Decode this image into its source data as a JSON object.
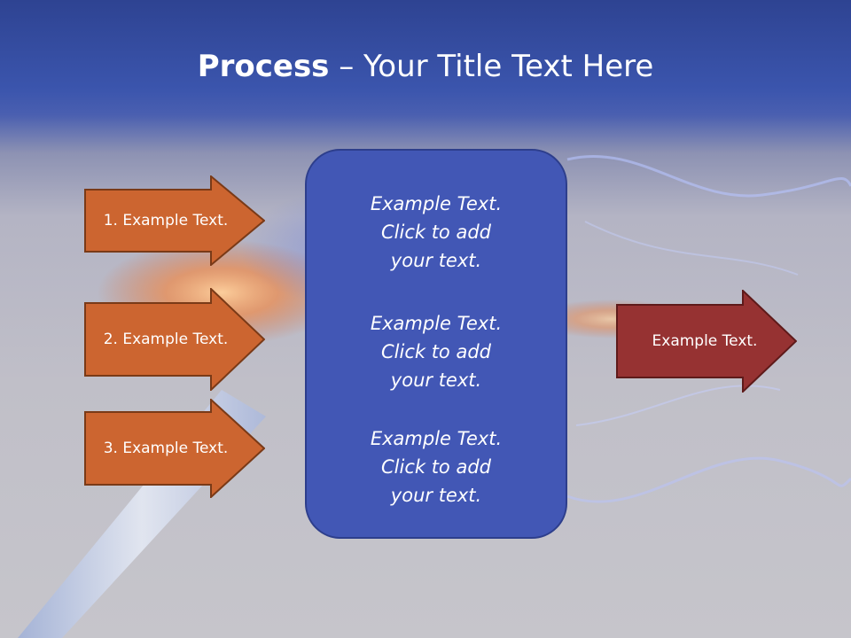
{
  "title": {
    "bold": "Process",
    "rest": " – Your Title Text Here"
  },
  "steps": [
    {
      "label": "1. Example Text."
    },
    {
      "label": "2. Example Text."
    },
    {
      "label": "3. Example Text."
    }
  ],
  "center_blocks": [
    {
      "line1": "Example Text.",
      "line2": "Click  to add",
      "line3": "your text."
    },
    {
      "line1": "Example Text.",
      "line2": "Click  to add",
      "line3": "your text."
    },
    {
      "line1": "Example Text.",
      "line2": "Click  to add",
      "line3": "your text."
    }
  ],
  "result": {
    "label": "Example Text."
  },
  "colors": {
    "step_fill": "#cc6530",
    "step_stroke": "#7a3a17",
    "result_fill": "#963232",
    "result_stroke": "#5e1a1a",
    "center_fill": "#4257b5"
  }
}
